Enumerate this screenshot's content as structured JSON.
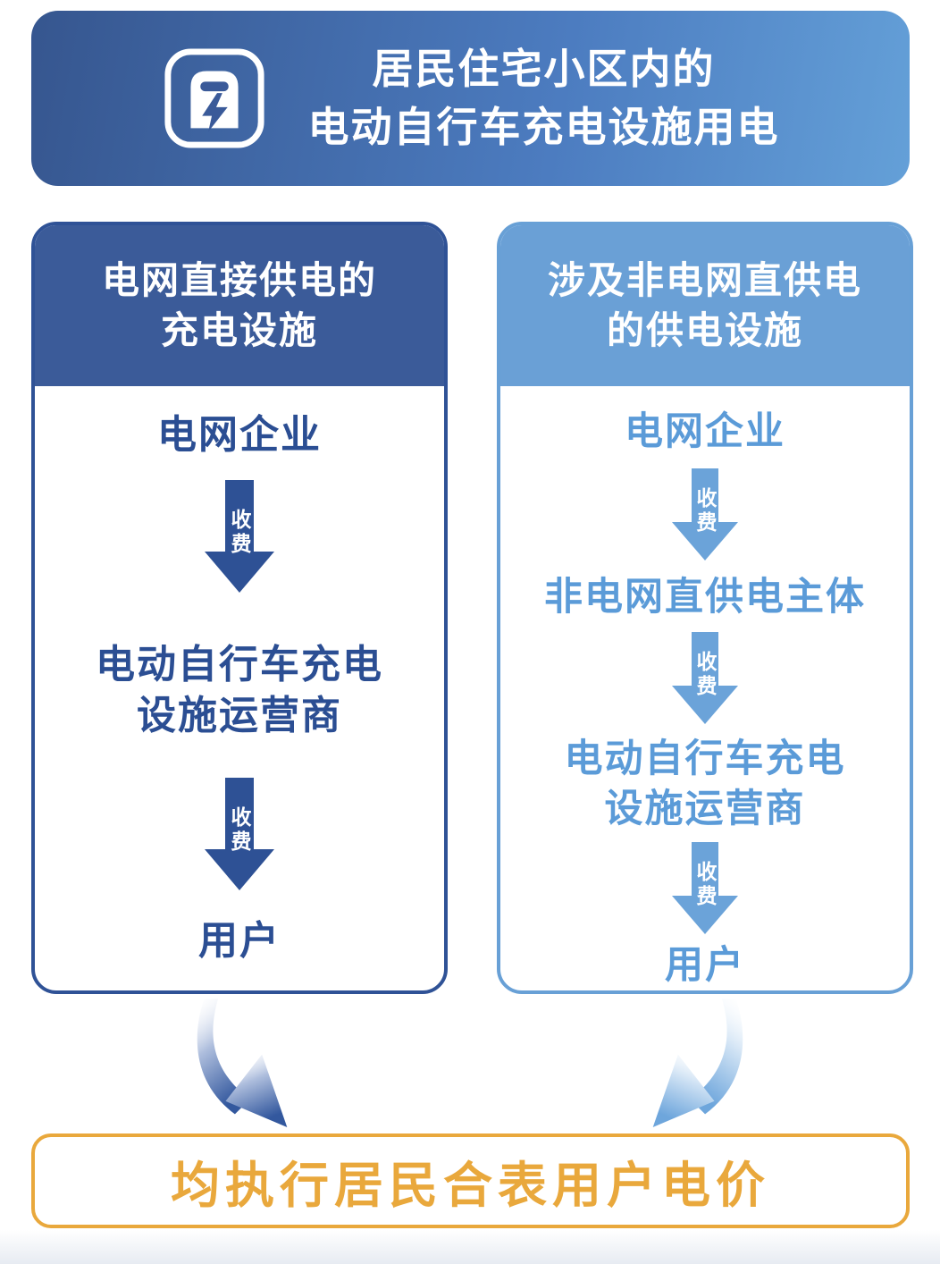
{
  "header": {
    "title_lines": [
      "居民住宅小区内的",
      "电动自行车充电设施用电"
    ],
    "icon": "ev-charging-station-icon"
  },
  "left_panel": {
    "header_lines": [
      "电网直接供电的",
      "充电设施"
    ],
    "flow": [
      {
        "type": "node",
        "lines": [
          "电网企业"
        ]
      },
      {
        "type": "arrow",
        "label": "收费"
      },
      {
        "type": "node",
        "lines": [
          "电动自行车充电",
          "设施运营商"
        ]
      },
      {
        "type": "arrow",
        "label": "收费"
      },
      {
        "type": "node",
        "lines": [
          "用户"
        ]
      }
    ]
  },
  "right_panel": {
    "header_lines": [
      "涉及非电网直供电",
      "的供电设施"
    ],
    "flow": [
      {
        "type": "node",
        "lines": [
          "电网企业"
        ]
      },
      {
        "type": "arrow",
        "label": "收费"
      },
      {
        "type": "node",
        "lines": [
          "非电网直供电主体"
        ]
      },
      {
        "type": "arrow",
        "label": "收费"
      },
      {
        "type": "node",
        "lines": [
          "电动自行车充电",
          "设施运营商"
        ]
      },
      {
        "type": "arrow",
        "label": "收费"
      },
      {
        "type": "node",
        "lines": [
          "用户"
        ]
      }
    ]
  },
  "footer": {
    "label": "均执行居民合表用户电价"
  },
  "colors": {
    "banner_gradient_start": "#36568f",
    "banner_gradient_end": "#64a0d8",
    "left_dark_blue": "#2f5296",
    "left_header_fill": "#3b5b99",
    "left_text": "#2b4e93",
    "right_light_blue": "#6aa0d6",
    "right_text": "#5b9bd8",
    "gold_accent": "#e9a83c"
  }
}
